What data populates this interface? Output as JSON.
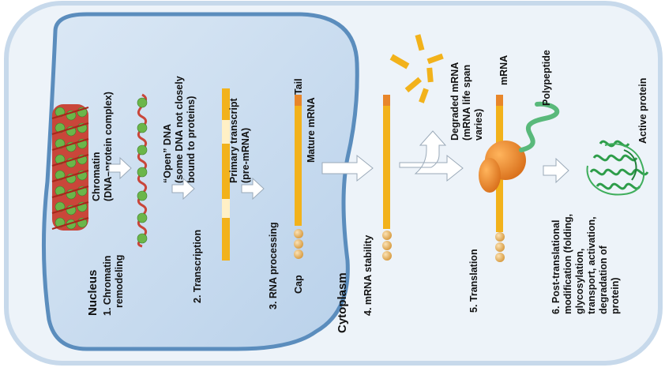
{
  "nucleus_label": "Nucleus",
  "cytoplasm_label": "Cytoplasm",
  "steps": {
    "chromatin_remodeling": [
      "1. Chromatin",
      "remodeling"
    ],
    "transcription": [
      "2. Transcription"
    ],
    "rna_processing": [
      "3. RNA processing"
    ],
    "mrna_stability": [
      "4. mRNA stability"
    ],
    "translation": [
      "5. Translation"
    ],
    "post_translational": [
      "6. Post-translational",
      "modification (folding,",
      "glycosylation,",
      "transport, activation,",
      "degradation of",
      "protein)"
    ]
  },
  "labels": {
    "chromatin": [
      "Chromatin",
      "(DNA–protein complex)"
    ],
    "open_dna": [
      "“Open” DNA",
      "(some DNA not closely",
      "bound to proteins)"
    ],
    "primary_transcript": [
      "Primary transcript",
      "(pre-mRNA)"
    ],
    "tail": "Tail",
    "mature_mrna": "Mature mRNA",
    "cap": "Cap",
    "degraded_mrna": [
      "Degraded mRNA",
      "(mRNA life span",
      "varies)"
    ],
    "mrna": "mRNA",
    "polypeptide": "Polypeptide",
    "active_protein": "Active protein"
  },
  "colors": {
    "cell_fill": "#eaf2fa",
    "cell_border": "#b9cfe6",
    "nucleus_fill": "#c9ddf0",
    "nucleus_border": "#5d8fbf",
    "mrna": "#f2b21b",
    "cap": "#efbe6e",
    "ribosome": "#e8862a",
    "polypeptide": "#59b97b",
    "protein": "#2e9d4a",
    "arrow": "#ffffff"
  }
}
